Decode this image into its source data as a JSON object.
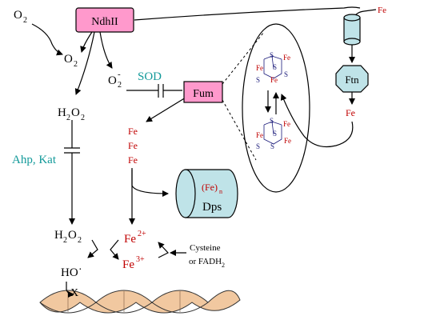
{
  "colors": {
    "pink_box": "#ff99cc",
    "teal_cylinder": "#bfe3e8",
    "helix": "#f1c8a0",
    "teal_text": "#139a9a",
    "red_text": "#c00000",
    "navy_text": "#1a1a7a"
  },
  "labels": {
    "o2_top": "O",
    "o2_top_sub": "2",
    "ndhii": "NdhII",
    "o2_mid": "O",
    "o2_mid_sub": "2",
    "superoxide": "O",
    "superoxide_sub": "2",
    "superoxide_sup": "-",
    "sod": "SOD",
    "fum": "Fum",
    "h2o2_upper_h": "H",
    "h2o2_upper_sub1": "2",
    "h2o2_upper_o": "O",
    "h2o2_upper_sub2": "2",
    "ahp_kat": "Ahp, Kat",
    "fe_list": [
      "Fe",
      "Fe",
      "Fe"
    ],
    "fe_top_right": "Fe",
    "ftn": "Ftn",
    "fe_below_ftn": "Fe",
    "dps_fe": "(Fe)",
    "dps_fe_sub": "n",
    "dps": "Dps",
    "h2o2_lower_h": "H",
    "h2o2_lower_sub1": "2",
    "h2o2_lower_o": "O",
    "h2o2_lower_sub2": "2",
    "fe2": "Fe",
    "fe2_sup": "2+",
    "fe3": "Fe",
    "fe3_sup": "3+",
    "cysteine": "Cysteine",
    "or_fadh": "or FADH",
    "or_fadh_sub": "2",
    "hydroxyl": "HO",
    "hydroxyl_dot": "·",
    "x_mark": "X",
    "cluster_top": [
      "S",
      "Fe",
      "Fe",
      "S",
      "S",
      "S",
      "Fe"
    ],
    "cluster_bottom": [
      "S",
      "Fe",
      "Fe",
      "S",
      "S",
      "Fe",
      "S"
    ]
  }
}
